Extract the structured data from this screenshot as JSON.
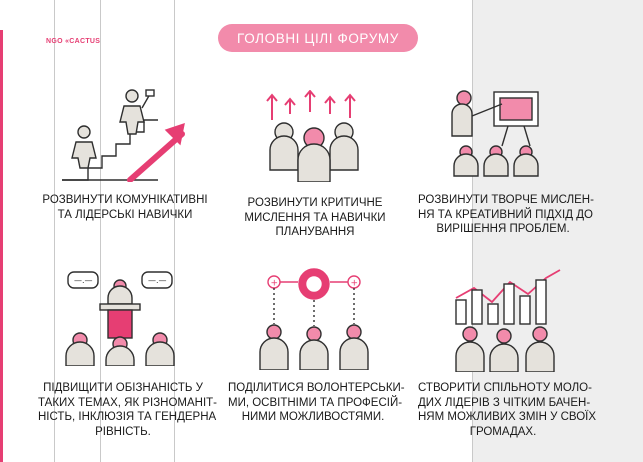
{
  "header": {
    "logo": "NGO «CACTUS",
    "title": "ГОЛОВНІ ЦІЛІ ФОРУМУ"
  },
  "colors": {
    "accent": "#e63e73",
    "pill": "#f28bab",
    "icon_fill": "#e5e2dc",
    "icon_stroke": "#2f2f2f"
  },
  "goals": [
    {
      "icon": "stairs-climb-icon",
      "lines": [
        "РОЗВИНУТИ КОМУНІКАТИВНІ",
        "ТА ЛІДЕРСЬКІ НАВИЧКИ"
      ]
    },
    {
      "icon": "group-growth-arrows-icon",
      "lines": [
        "РОЗВИНУТИ КРИТИЧНЕ",
        "МИСЛЕННЯ ТА НАВИЧКИ",
        "ПЛАНУВАННЯ"
      ]
    },
    {
      "icon": "presentation-board-icon",
      "lines": [
        "РОЗВИНУТИ ТВОРЧЕ МИСЛЕН-",
        "НЯ ТА КРЕАТИВНИЙ ПІДХІД ДО",
        "ВИРІШЕННЯ ПРОБЛЕМ."
      ]
    },
    {
      "icon": "speaker-podium-icon",
      "lines": [
        "ПІДВИЩИТИ ОБІЗНАНІСТЬ У",
        "ТАКИХ ТЕМАХ, ЯК РІЗНОМАНІТ-",
        "НІСТЬ, ІНКЛЮЗІЯ ТА ГЕНДЕРНА",
        "РІВНІСТЬ."
      ]
    },
    {
      "icon": "sharing-network-icon",
      "lines": [
        "ПОДІЛИТИСЯ ВОЛОНТЕРСЬКИ-",
        "МИ, ОСВІТНІМИ ТА ПРОФЕСІЙ-",
        "НИМИ МОЖЛИВОСТЯМИ."
      ]
    },
    {
      "icon": "community-chart-icon",
      "lines": [
        "СТВОРИТИ СПІЛЬНОТУ МОЛО-",
        "ДИХ ЛІДЕРІВ З ЧІТКИМ БАЧЕН-",
        "НЯМ МОЖЛИВИХ ЗМІН У СВОЇХ",
        "ГРОМАДАХ."
      ]
    }
  ]
}
